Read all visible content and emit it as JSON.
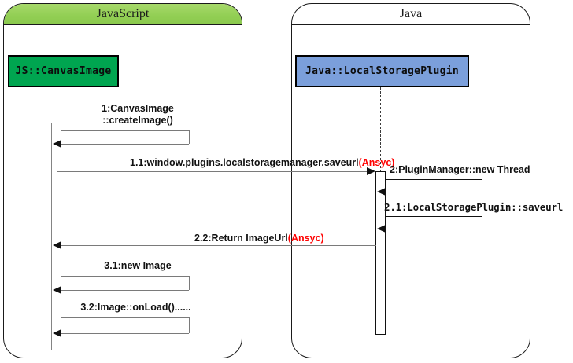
{
  "diagram": {
    "title": "Sequence diagram",
    "colors": {
      "js_header": "#8ac94c",
      "java_header": "#16b2f2",
      "js_actor": "#00a550",
      "java_actor": "#7b9fdb",
      "async_marker": "#ff0000",
      "arrow_gray": "#7a7a7a",
      "arrow_black": "#111111"
    }
  },
  "panels": [
    {
      "name": "javascript",
      "title": "JavaScript"
    },
    {
      "name": "java",
      "title": "Java"
    }
  ],
  "actors": [
    {
      "name": "js-canvasimage",
      "label": "JS::CanvasImage"
    },
    {
      "name": "java-localstorageplugin",
      "label": "Java::LocalStoragePlugin"
    }
  ],
  "messages": [
    {
      "id": "1",
      "name": "message-1-createimage",
      "line1": "1:CanvasImage",
      "line2": "::createImage()",
      "kind": "self-call",
      "lane": "javascript"
    },
    {
      "id": "1.1",
      "name": "message-1-1-saveurl",
      "text": "1.1:window.plugins.localstoragemanager.saveurl",
      "async": "(Ansyc)",
      "kind": "call",
      "from": "javascript",
      "to": "java"
    },
    {
      "id": "2",
      "name": "message-2-new-thread",
      "text": "2:PluginManager::new Thread",
      "kind": "self-call",
      "lane": "java"
    },
    {
      "id": "2.1",
      "name": "message-2-1-saveurl",
      "text": "2.1:LocalStoragePlugin::saveurl",
      "kind": "self-call",
      "lane": "java"
    },
    {
      "id": "2.2",
      "name": "message-2-2-return-imageurl",
      "text": "2.2:Return ImageUrl",
      "async": "(Ansyc)",
      "kind": "return",
      "from": "java",
      "to": "javascript"
    },
    {
      "id": "3.1",
      "name": "message-3-1-new-image",
      "text": "3.1:new Image",
      "kind": "self-call",
      "lane": "javascript"
    },
    {
      "id": "3.2",
      "name": "message-3-2-onload",
      "text": "3.2:Image::onLoad()......",
      "kind": "self-call",
      "lane": "javascript"
    }
  ]
}
